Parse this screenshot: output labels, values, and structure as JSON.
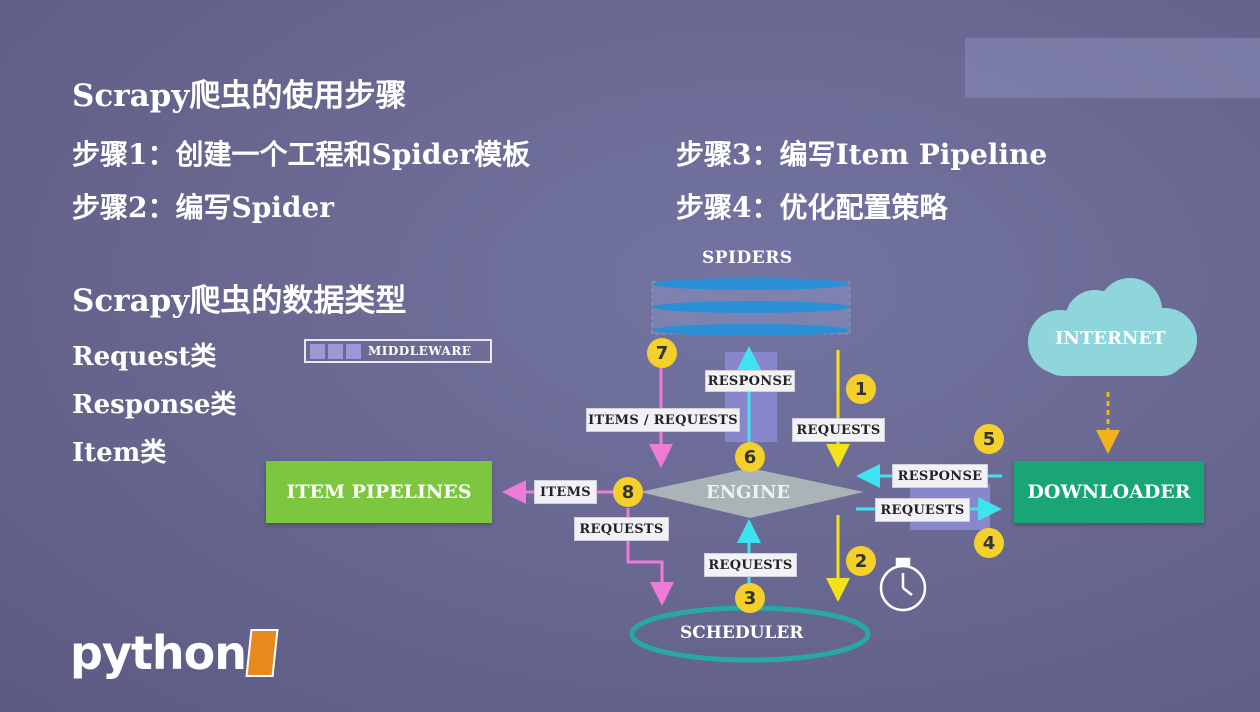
{
  "title": "Scrapy爬虫的使用步骤",
  "steps": [
    "步骤1：创建一个工程和Spider模板",
    "步骤2：编写Spider",
    "步骤3：编写Item Pipeline",
    "步骤4：优化配置策略"
  ],
  "types_title": "Scrapy爬虫的数据类型",
  "types": [
    "Request类",
    "Response类",
    "Item类"
  ],
  "legend_label": "MIDDLEWARE",
  "nodes": {
    "spiders": "SPIDERS",
    "engine": "ENGINE",
    "scheduler": "SCHEDULER",
    "downloader": "DOWNLOADER",
    "item_pipelines": "ITEM PIPELINES",
    "internet": "INTERNET"
  },
  "tags": {
    "response_up": "RESPONSE",
    "items_requests": "ITEMS / REQUESTS",
    "requests_1": "REQUESTS",
    "response_in": "RESPONSE",
    "requests_out": "REQUESTS",
    "items": "ITEMS",
    "requests_8": "REQUESTS",
    "requests_3": "REQUESTS"
  },
  "step_numbers": [
    "1",
    "2",
    "3",
    "4",
    "5",
    "6",
    "7",
    "8"
  ],
  "logo_text": "python",
  "colors": {
    "background": "#66668f",
    "item_pipelines": "#7dc63f",
    "downloader": "#1aa577",
    "internet": "#8fd6dc",
    "engine": "#aab3b6",
    "badge": "#f5d02a",
    "arrow_yellow": "#f2e21a",
    "arrow_cyan": "#3fe3f0",
    "arrow_pink": "#f07ad8",
    "arrow_orange": "#f2b21a",
    "middleware": "#8a86cc"
  }
}
